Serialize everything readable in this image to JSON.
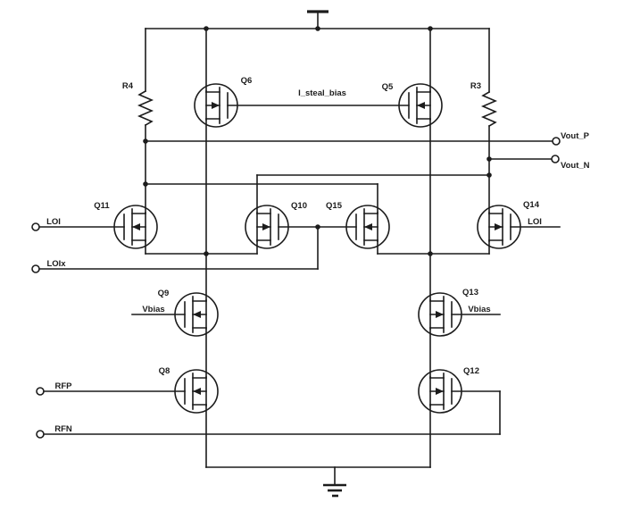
{
  "colors": {
    "background": "#ffffff",
    "ink": "#1c1c1c"
  },
  "labels": {
    "r4": "R4",
    "r3": "R3",
    "q5": "Q5",
    "q6": "Q6",
    "q8": "Q8",
    "q9": "Q9",
    "q10": "Q10",
    "q11": "Q11",
    "q12": "Q12",
    "q13": "Q13",
    "q14": "Q14",
    "q15": "Q15",
    "i_steal_bias": "I_steal_bias",
    "vout_p": "Vout_P",
    "vout_n": "Vout_N",
    "loi_left": "LOI",
    "loi_right": "LOI",
    "loix": "LOIx",
    "vbias_left": "Vbias",
    "vbias_right": "Vbias",
    "rfp": "RFP",
    "rfn": "RFN"
  }
}
